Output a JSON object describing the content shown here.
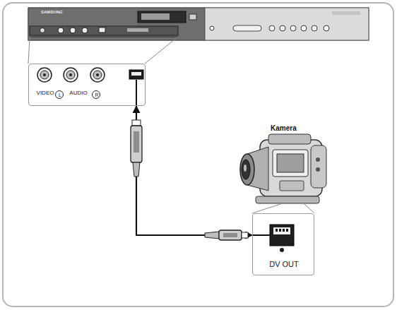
{
  "diagram": {
    "nodes": [
      {
        "text": [
          "VIDEO",
          "L",
          "AUDIO",
          "R"
        ]
      },
      {
        "text": [
          "DV OUT"
        ]
      }
    ],
    "edges": [
      {
        "from": 0,
        "to": 1,
        "arrow": "both"
      }
    ],
    "labels": [
      "SAMSUNG",
      "Kamera"
    ]
  }
}
